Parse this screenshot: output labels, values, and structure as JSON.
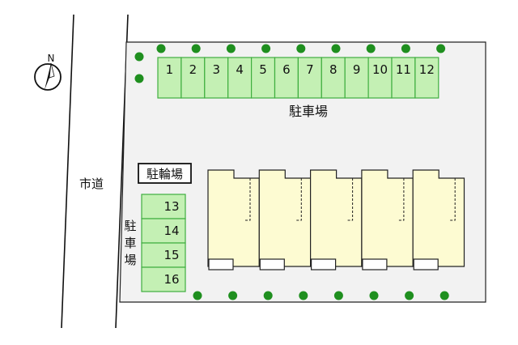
{
  "compass": {
    "north_label": "N"
  },
  "road": {
    "label": "市道"
  },
  "main_parking": {
    "label": "駐車場",
    "spaces": [
      "1",
      "2",
      "3",
      "4",
      "5",
      "6",
      "7",
      "8",
      "9",
      "10",
      "11",
      "12"
    ]
  },
  "bicycle_parking": {
    "label": "駐輪場"
  },
  "side_parking": {
    "label_chars": [
      "駐",
      "車",
      "場"
    ],
    "spaces": [
      "13",
      "14",
      "15",
      "16"
    ]
  },
  "units": {
    "count": 5
  },
  "trees": {
    "top_count": 9,
    "left_count": 2,
    "bottom_count": 8
  },
  "colors": {
    "parking_fill": "#c4f0b4",
    "parking_stroke": "#3fae3f",
    "tree": "#1f8f1f",
    "building_fill": "#fdfbd2",
    "lot_fill": "#f2f2f2"
  }
}
